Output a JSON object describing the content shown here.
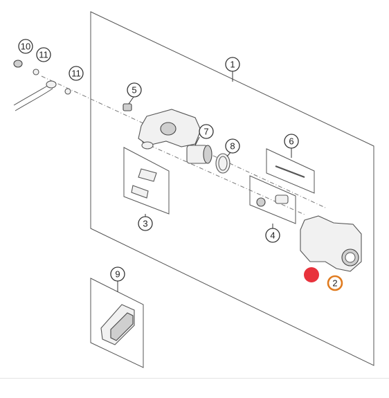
{
  "callouts": {
    "c1": "1",
    "c2": "2",
    "c3": "3",
    "c4": "4",
    "c5": "5",
    "c6": "6",
    "c7": "7",
    "c8": "8",
    "c9": "9",
    "c10": "10",
    "c11a": "11",
    "c11b": "11"
  },
  "colors": {
    "highlight_ring": "#e07b1f",
    "selection_dot": "#e8323c"
  }
}
